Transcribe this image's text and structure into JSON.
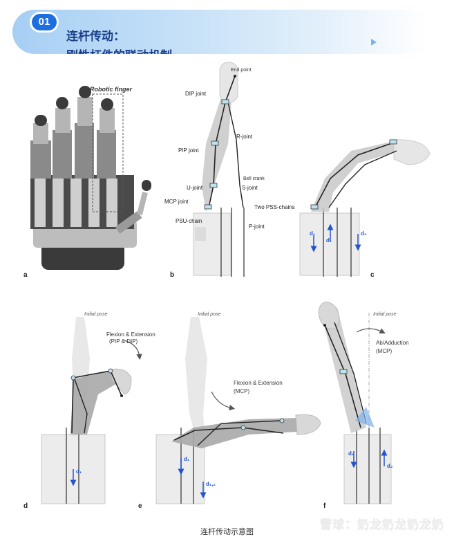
{
  "header": {
    "badge": "01",
    "title_line1": "连杆传动：",
    "title_line2": "刚性杆件的联动机制"
  },
  "figure": {
    "panel_labels": [
      "a",
      "b",
      "c",
      "d",
      "e",
      "f"
    ],
    "panel_a": {
      "robotic_finger": "Robotic finger"
    },
    "panel_b": {
      "end_point": "End point",
      "dip_joint": "DIP joint",
      "r_joint": "R-joint",
      "pip_joint": "PIP joint",
      "bell_crank": "Bell crank",
      "u_joint": "U-joint",
      "s_joint": "S-joint",
      "mcp_joint": "MCP joint",
      "two_pss_chains": "Two PSS-chains",
      "psu_chain": "PSU-chain",
      "p_joint": "P-joint"
    },
    "panel_c": {
      "d1a": "d₁",
      "d1b": "d₁",
      "d2": "d₂"
    },
    "panel_d": {
      "initial_pose": "Initial pose",
      "motion_line1": "Flexion & Extension",
      "motion_line2": "(PIP & DIP)",
      "d": "d₁"
    },
    "panel_e": {
      "initial_pose": "Initial pose",
      "motion_line1": "Flexion & Extension",
      "motion_line2": "(MCP)",
      "d1": "d₁",
      "d12": "d₁,₂"
    },
    "panel_f": {
      "initial_pose": "Initial pose",
      "motion_line1": "Ab/Adduction",
      "motion_line2": "(MCP)",
      "d1": "d₁",
      "d2": "d₂"
    }
  },
  "caption": "连杆传动示意图",
  "watermark": "雪球：奶龙奶龙奶龙奶",
  "colors": {
    "accent": "#1d6fe0",
    "title": "#1a3f8a",
    "arrow_blue": "#2255cc"
  }
}
